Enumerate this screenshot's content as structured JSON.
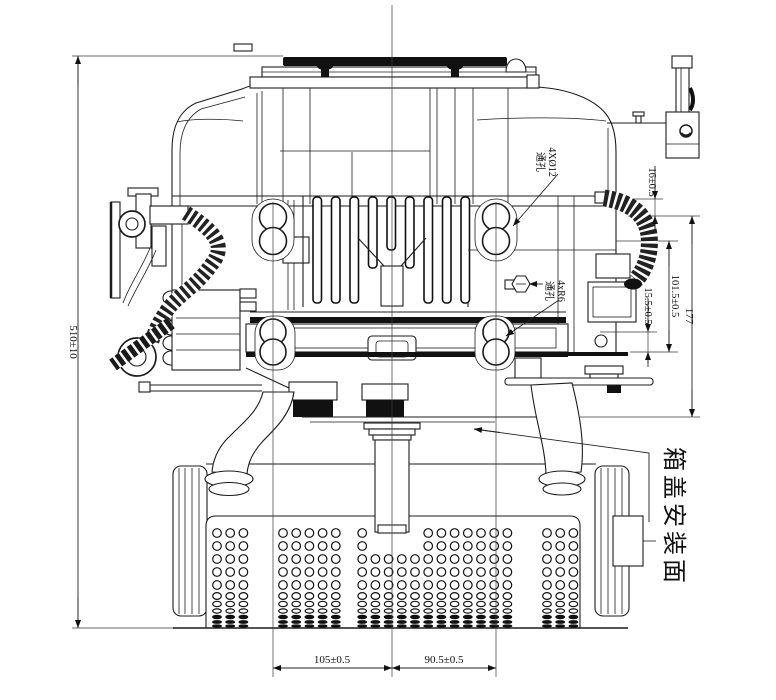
{
  "drawing": {
    "type": "engine front-view installation dimension drawing",
    "dims": {
      "overall_height": "510±10",
      "top_offset": "16±0.5",
      "hole_vertical_span": "101.5±0.5",
      "lower_offset": "15.5±0.5",
      "mount_total_height": "177",
      "bottom_span_left": "105±0.5",
      "bottom_span_right": "90.5±0.5"
    },
    "callouts": {
      "top_hole_qty": "4XØ12",
      "top_hole_type": "通孔",
      "corner_hole_qty": "4xR6",
      "corner_hole_type": "通孔",
      "cover_face_label": "箱盖安装面"
    },
    "colors": {
      "line": "#1c1c1c",
      "dim": "#222222",
      "background": "#ffffff"
    }
  }
}
